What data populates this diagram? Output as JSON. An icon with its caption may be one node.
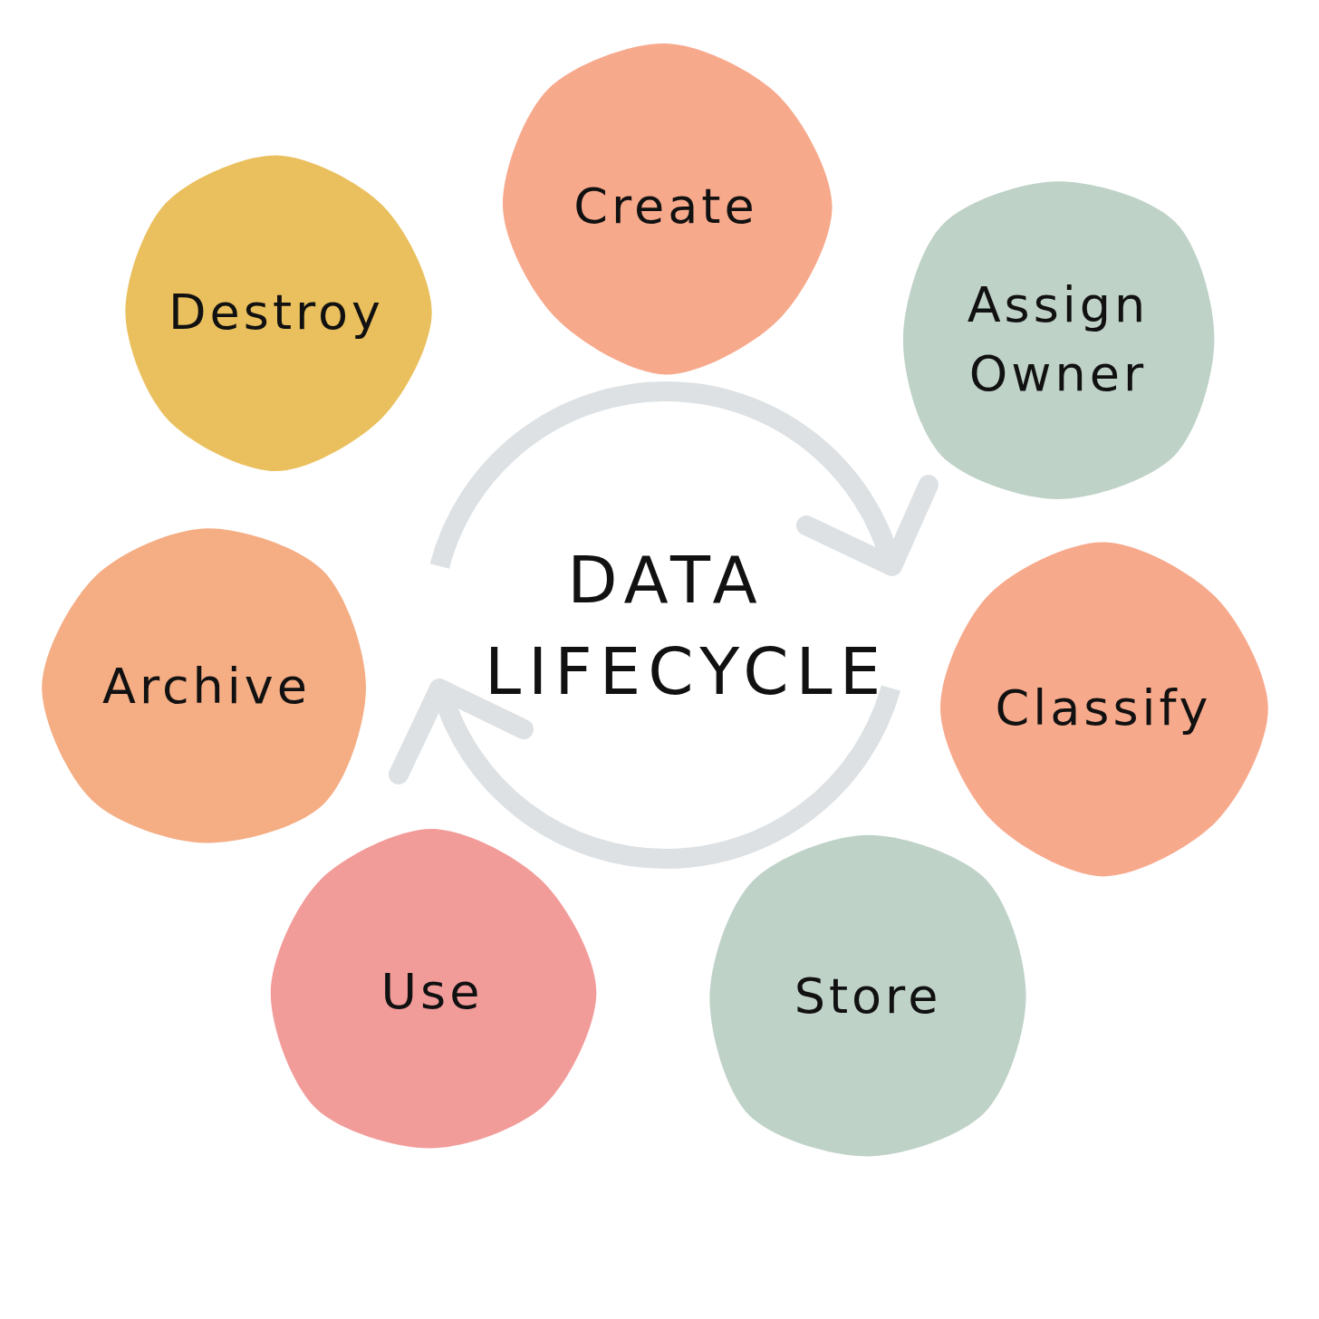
{
  "diagram": {
    "title": "DATA LIFECYCLE",
    "nodes": [
      {
        "text": [
          "Create"
        ]
      },
      {
        "text": [
          "Assign Owner"
        ]
      },
      {
        "text": [
          "Classify"
        ]
      },
      {
        "text": [
          "Store"
        ]
      },
      {
        "text": [
          "Use"
        ]
      },
      {
        "text": [
          "Archive"
        ]
      },
      {
        "text": [
          "Destroy"
        ]
      }
    ]
  }
}
